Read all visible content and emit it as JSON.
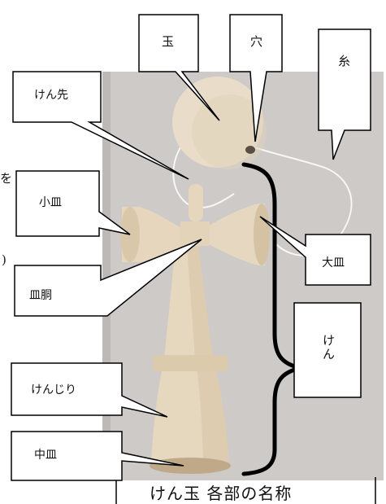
{
  "caption": "けん玉 各部の名称",
  "labels": {
    "tama": "玉",
    "ana": "穴",
    "ito": "糸",
    "kensaki": "けん先",
    "kozara": "小皿",
    "oozara": "大皿",
    "saradou": "皿胴",
    "ken": "けん",
    "kenjiri": "けんじり",
    "nakazara": "中皿"
  },
  "edge_glyphs": [
    "を",
    ")"
  ],
  "colors": {
    "photo_bg": "#c8c5c3",
    "wood": "#e6d8c2",
    "wood_shadow": "#cbb89c",
    "line": "#000000"
  }
}
